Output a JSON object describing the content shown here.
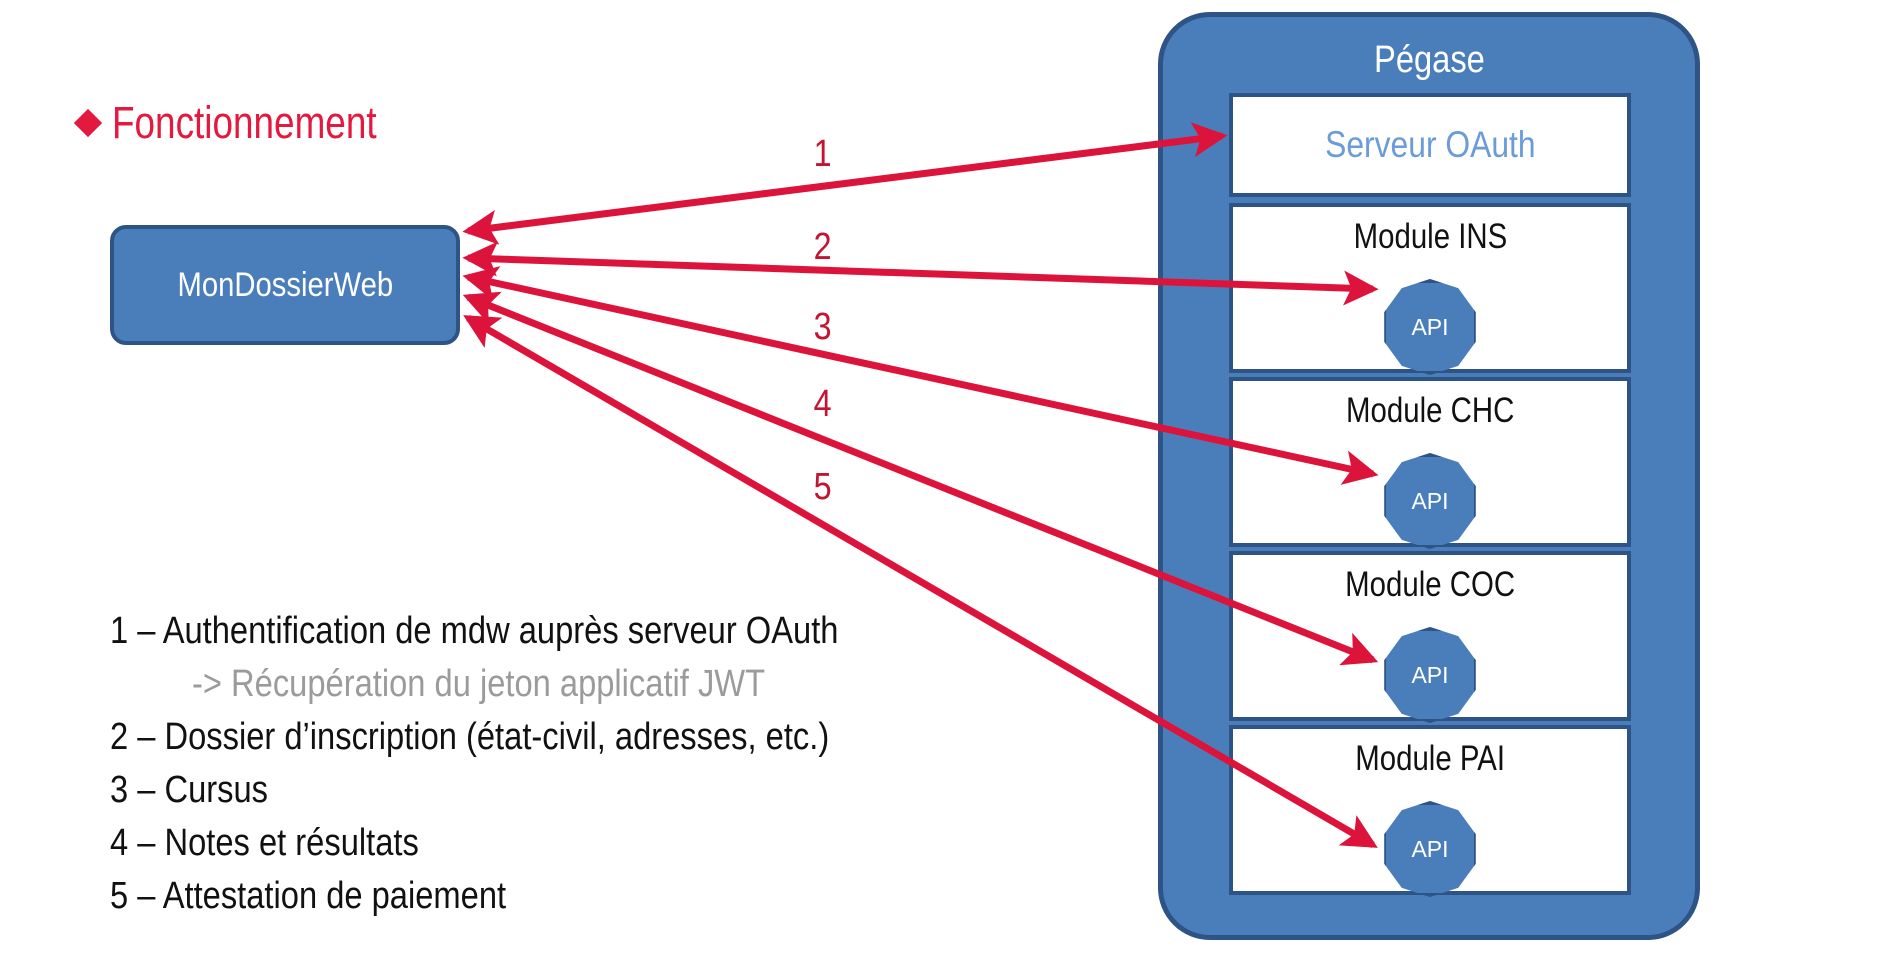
{
  "heading": {
    "bullet_icon": "diamond-bullet-icon",
    "text": "Fonctionnement",
    "color": "#E3193F"
  },
  "client": {
    "label": "MonDossierWeb",
    "fill": "#4A7EBB",
    "border": "#2E5385"
  },
  "pegase": {
    "title": "Pégase",
    "fill": "#4A7EBB",
    "border": "#2E5385",
    "oauth": {
      "label": "Serveur OAuth",
      "text_color": "#6B9BD8"
    },
    "modules": [
      {
        "title": "Module INS",
        "api_label": "API"
      },
      {
        "title": "Module CHC",
        "api_label": "API"
      },
      {
        "title": "Module COC",
        "api_label": "API"
      },
      {
        "title": "Module PAI",
        "api_label": "API"
      }
    ]
  },
  "flows": {
    "color": "#DC143C",
    "number_color": "#C31432",
    "numbers": [
      "1",
      "2",
      "3",
      "4",
      "5"
    ]
  },
  "legend": {
    "items": [
      {
        "text": "1 – Authentification de mdw auprès serveur OAuth",
        "sub": false
      },
      {
        "text": "-> Récupération du jeton applicatif JWT",
        "sub": true
      },
      {
        "text": "2 – Dossier d’inscription (état-civil, adresses, etc.)",
        "sub": false
      },
      {
        "text": "3 – Cursus",
        "sub": false
      },
      {
        "text": "4 – Notes et résultats",
        "sub": false
      },
      {
        "text": "5 – Attestation de paiement",
        "sub": false
      }
    ]
  }
}
